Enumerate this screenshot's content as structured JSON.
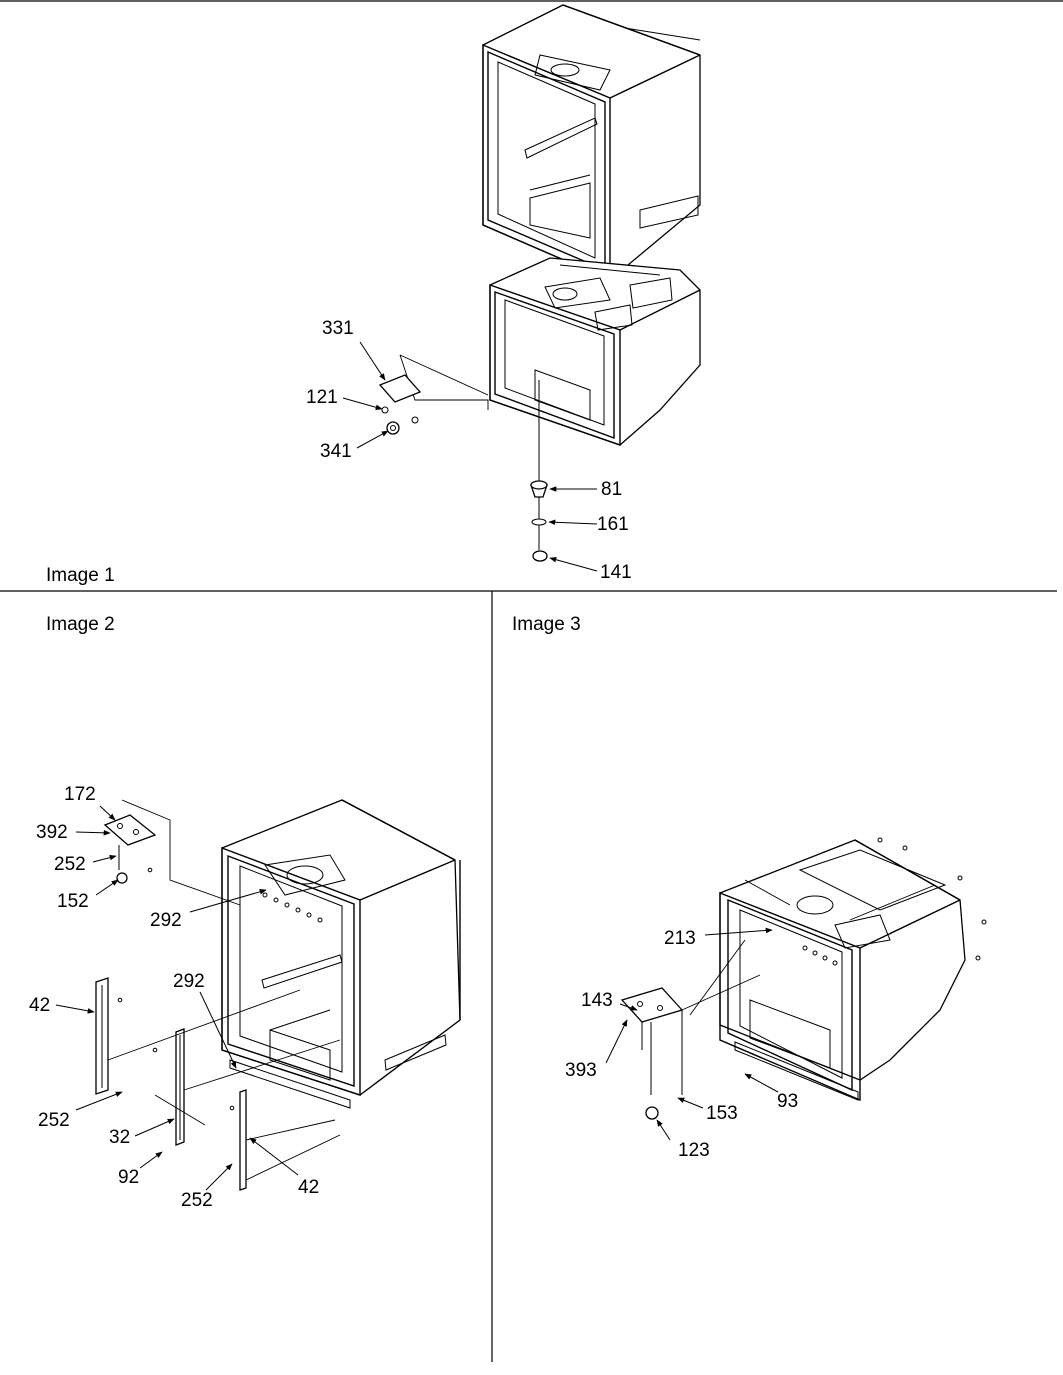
{
  "panels": [
    {
      "caption": "Image 1"
    },
    {
      "caption": "Image 2"
    },
    {
      "caption": "Image 3"
    }
  ],
  "callouts": {
    "img1": [
      "331",
      "121",
      "341",
      "81",
      "161",
      "141"
    ],
    "img2": [
      "172",
      "392",
      "252",
      "152",
      "292",
      "292",
      "42",
      "252",
      "32",
      "92",
      "252",
      "42"
    ],
    "img3": [
      "213",
      "143",
      "393",
      "153",
      "93",
      "123"
    ]
  }
}
